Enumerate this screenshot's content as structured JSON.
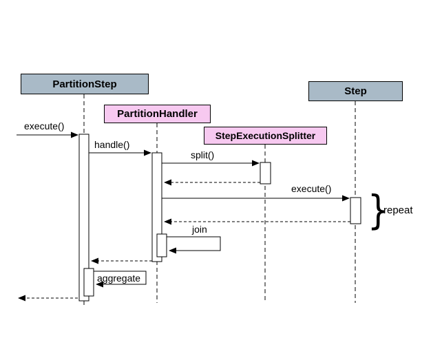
{
  "diagram": {
    "type": "uml-sequence",
    "colors": {
      "lifeline_header_gray_blue": "#a9bac7",
      "lifeline_header_pink": "#f7c9f0",
      "activation_fill": "#ffffff",
      "line": "#000000",
      "background": "#ffffff"
    },
    "lifelines": [
      {
        "id": "partition-step",
        "label": "PartitionStep",
        "fill": "#a9bac7"
      },
      {
        "id": "partition-handler",
        "label": "PartitionHandler",
        "fill": "#f7c9f0"
      },
      {
        "id": "step-execution-splitter",
        "label": "StepExecutionSplitter",
        "fill": "#f7c9f0"
      },
      {
        "id": "step",
        "label": "Step",
        "fill": "#a9bac7"
      }
    ],
    "messages": [
      {
        "label": "execute()",
        "kind": "sync",
        "from": "caller",
        "to": "partition-step"
      },
      {
        "label": "handle()",
        "kind": "sync",
        "from": "partition-step",
        "to": "partition-handler"
      },
      {
        "label": "split()",
        "kind": "sync",
        "from": "partition-handler",
        "to": "step-execution-splitter"
      },
      {
        "label": "",
        "kind": "return",
        "from": "step-execution-splitter",
        "to": "partition-handler"
      },
      {
        "label": "execute()",
        "kind": "sync",
        "from": "partition-handler",
        "to": "step"
      },
      {
        "label": "",
        "kind": "return",
        "from": "step",
        "to": "partition-handler"
      },
      {
        "label": "join",
        "kind": "self",
        "on": "partition-handler"
      },
      {
        "label": "",
        "kind": "return",
        "from": "partition-handler",
        "to": "partition-step"
      },
      {
        "label": "aggregate",
        "kind": "self",
        "on": "partition-step"
      },
      {
        "label": "",
        "kind": "return",
        "from": "partition-step",
        "to": "caller"
      }
    ],
    "annotations": [
      {
        "brace": "}",
        "label": "repeat",
        "attached_to": "step-activation"
      }
    ]
  }
}
